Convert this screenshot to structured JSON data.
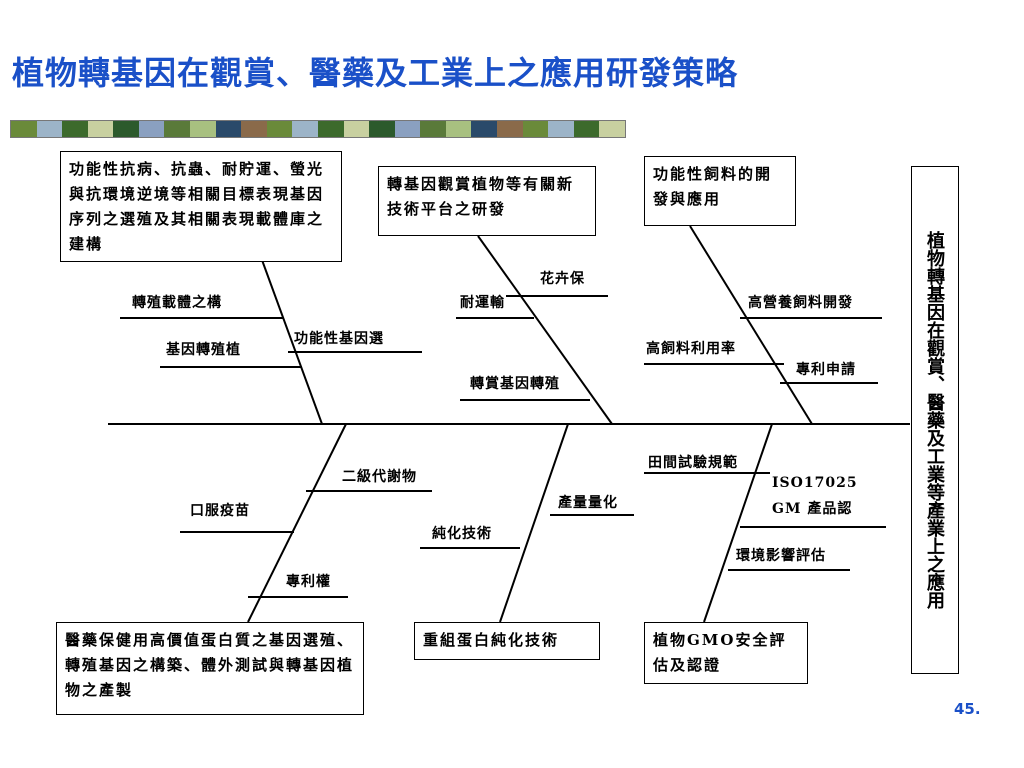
{
  "title": "植物轉基因在觀賞、醫藥及工業上之應用研發策略",
  "head_box": "植物轉基因在觀賞、醫藥及工業等產業上之應用",
  "boxes": {
    "top_left": "功能性抗病、抗蟲、耐貯運、螢光與抗環境逆境等相關目標表現基因序列之選殖及其相關表現載體庫之建構",
    "top_mid": "轉基因觀賞植物等有關新技術平台之研發",
    "top_right": "功能性飼料的開發與應用",
    "bottom_left": "醫藥保健用高價值蛋白質之基因選殖、轉殖基因之構築、體外測試與轉基因植物之產製",
    "bottom_mid": "重組蛋白純化技術",
    "bottom_right": "植物GMO安全評估及認證"
  },
  "labels": {
    "vector": "轉殖載體之構",
    "gene_transfer": "基因轉殖植",
    "functional_gene": "功能性基因選",
    "flower": "花卉保",
    "transport": "耐運輸",
    "ornamental_transform": "轉賞基因轉殖",
    "high_nutrition_feed": "高營養飼料開發",
    "feed_utilization": "高飼料利用率",
    "patent_apply": "專利申請",
    "secondary_metabolite": "二級代謝物",
    "oral_vaccine": "口服疫苗",
    "patent_right": "專利權",
    "yield_quantify": "產量量化",
    "purification": "純化技術",
    "field_trial": "田間試驗規範",
    "iso": "ISO17025",
    "gm_product": "GM 產品認",
    "env_impact": "環境影響評估"
  },
  "page_number": "45.",
  "colors": {
    "title": "#1a50c8",
    "page_number": "#1a50c8",
    "lines": "#000000"
  }
}
